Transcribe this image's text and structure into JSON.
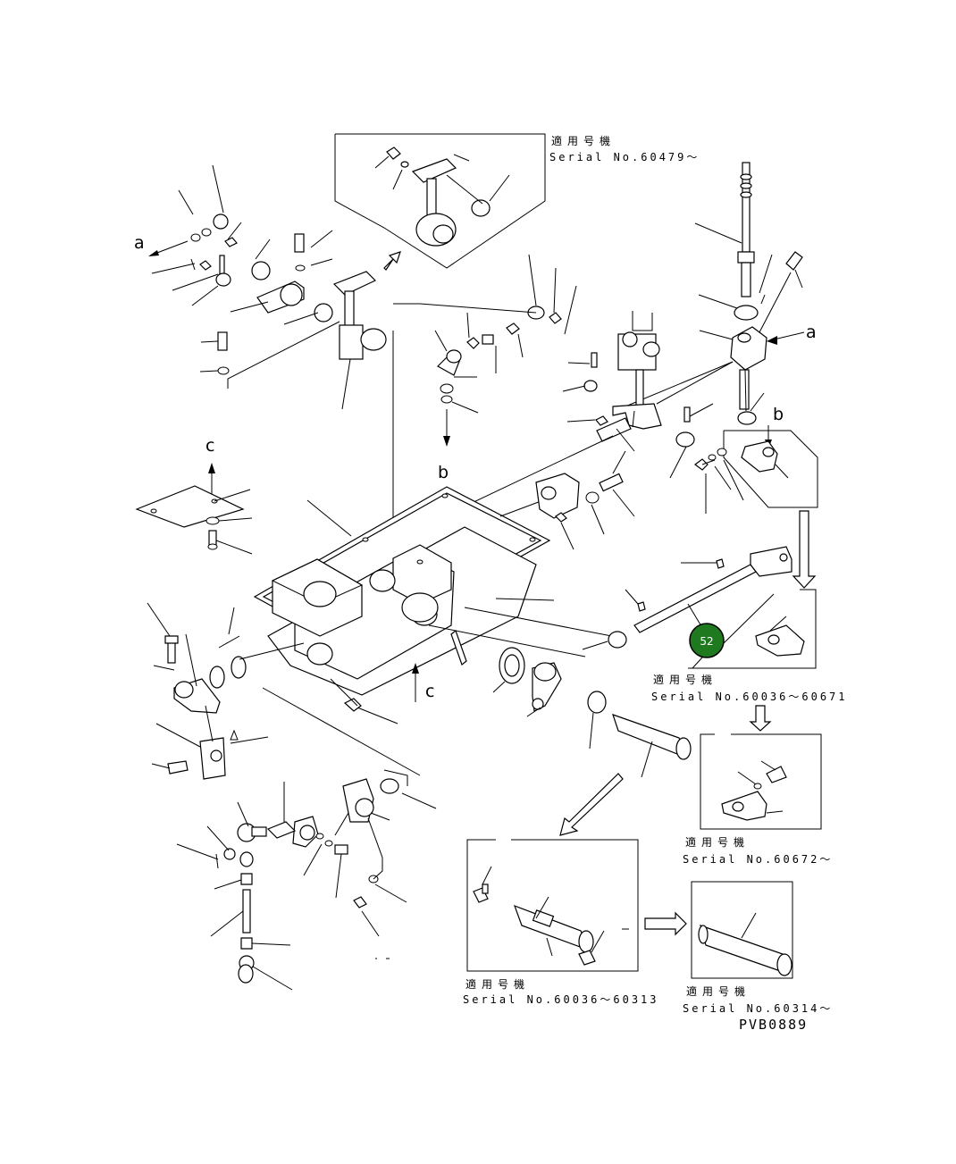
{
  "labels": {
    "a": "a",
    "b": "b",
    "c": "c"
  },
  "applicable_model": "適用号機",
  "serials": {
    "top": "Serial No.60479～",
    "mid": "Serial No.60036～60671",
    "right_upper": "Serial No.60672～",
    "bottom_left": "Serial No.60036～60313",
    "bottom_right": "Serial No.60314～"
  },
  "drawing_code": "PVB0889",
  "callout": {
    "number": "52",
    "color": "#1f7a1f"
  }
}
